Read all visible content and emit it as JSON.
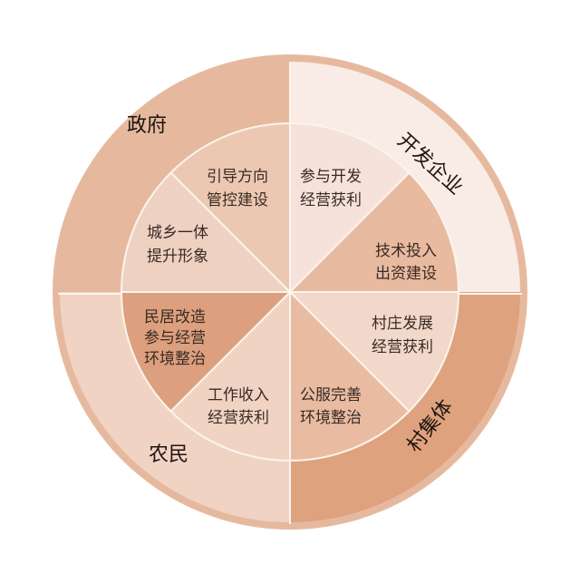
{
  "outer_labels": {
    "government": "政府",
    "developer": "开发企业",
    "village_collective": "村集体",
    "farmers": "农民"
  },
  "slices": [
    {
      "line1": "引导方向",
      "line2": "管控建设"
    },
    {
      "line1": "参与开发",
      "line2": "经营获利"
    },
    {
      "line1": "技术投入",
      "line2": "出资建设"
    },
    {
      "line1": "村庄发展",
      "line2": "经营获利"
    },
    {
      "line1": "公服完善",
      "line2": "环境整治"
    },
    {
      "line1": "工作收入",
      "line2": "经营获利"
    },
    {
      "line1": "民居改造",
      "line2": "参与经营",
      "line3": "环境整治"
    },
    {
      "line1": "城乡一体",
      "line2": "提升形象"
    }
  ],
  "colors": {
    "ring": "#e6b99f",
    "developer_wedge": "#f9ece6",
    "collective_wedge": "#dfa27e",
    "farmer_wedge": "#f0d3c3",
    "divider": "#fbf4ec"
  }
}
